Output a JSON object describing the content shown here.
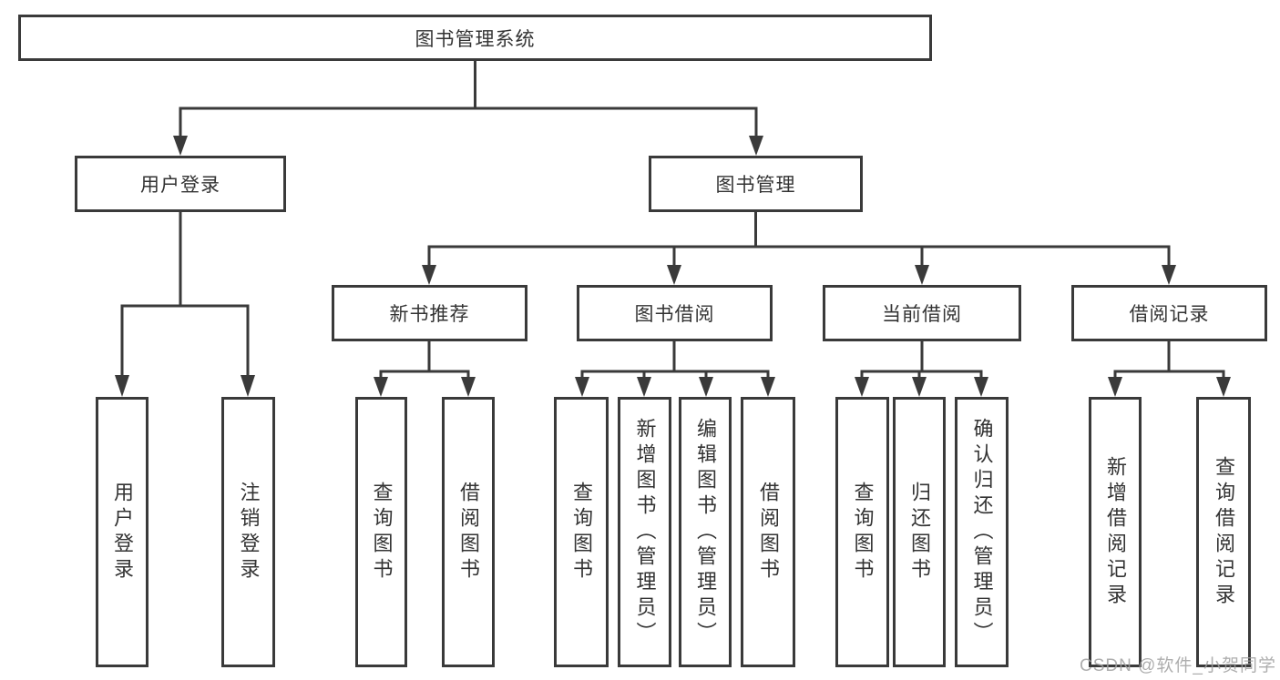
{
  "diagram": {
    "root": "图书管理系统",
    "level2": [
      "用户登录",
      "图书管理"
    ],
    "level3": [
      "新书推荐",
      "图书借阅",
      "当前借阅",
      "借阅记录"
    ],
    "leaves": {
      "user_login": [
        "用户登录",
        "注销登录"
      ],
      "new_book_recommend": [
        "查询图书",
        "借阅图书"
      ],
      "book_borrow": [
        "查询图书",
        "新增图书（管理员）",
        "编辑图书（管理员）",
        "借阅图书"
      ],
      "current_borrow": [
        "查询图书",
        "归还图书",
        "确认归还（管理员）"
      ],
      "borrow_records": [
        "新增借阅记录",
        "查询借阅记录"
      ]
    }
  },
  "watermark": "CSDN @软件_小贺同学",
  "colors": {
    "line": "#3a3a3a",
    "text": "#333333",
    "watermark": "#a0a0a0",
    "background": "#ffffff"
  }
}
